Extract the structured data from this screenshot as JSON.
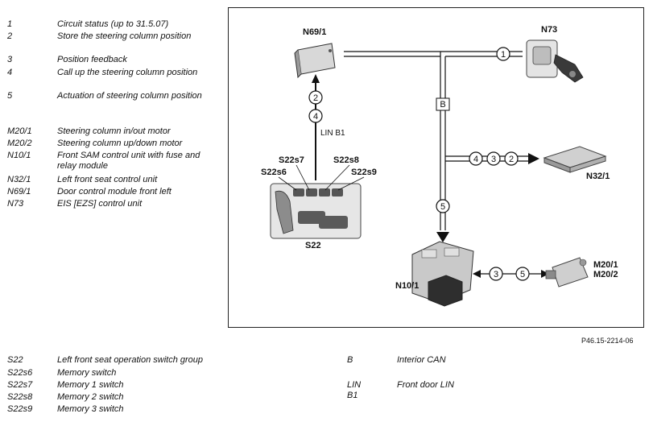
{
  "legend_top": [
    {
      "code": "1",
      "desc": "Circuit status (up to 31.5.07)"
    },
    {
      "code": "2",
      "desc": "Store the steering column position"
    },
    {
      "code": "3",
      "desc": "Position feedback"
    },
    {
      "code": "4",
      "desc": "Call up the steering column position"
    },
    {
      "code": "5",
      "desc": "Actuation of steering column position"
    },
    {
      "code": "M20/1",
      "desc": "Steering column in/out motor"
    },
    {
      "code": "M20/2",
      "desc": "Steering column up/down motor"
    },
    {
      "code": "N10/1",
      "desc": "Front SAM control unit with fuse and relay module"
    },
    {
      "code": "N32/1",
      "desc": "Left front seat control unit"
    },
    {
      "code": "N69/1",
      "desc": "Door control module front left"
    },
    {
      "code": "N73",
      "desc": "EIS [EZS] control unit"
    }
  ],
  "legend_bottom_left": [
    {
      "code": "S22",
      "desc": "Left front seat operation switch group"
    },
    {
      "code": "S22s6",
      "desc": "Memory switch"
    },
    {
      "code": "S22s7",
      "desc": "Memory 1 switch"
    },
    {
      "code": "S22s8",
      "desc": "Memory 2 switch"
    },
    {
      "code": "S22s9",
      "desc": "Memory 3 switch"
    }
  ],
  "legend_bottom_right": [
    {
      "code": "B",
      "desc": "Interior CAN"
    },
    {
      "code": "LIN B1",
      "desc": "Front door LIN"
    }
  ],
  "diagram": {
    "components": {
      "n69": "N69/1",
      "n73": "N73",
      "n32": "N32/1",
      "n10": "N10/1",
      "m20_1": "M20/1",
      "m20_2": "M20/2",
      "s22": "S22",
      "s22s6": "S22s6",
      "s22s7": "S22s7",
      "s22s8": "S22s8",
      "s22s9": "S22s9"
    },
    "bus": {
      "can": "B",
      "lin": "LIN B1"
    },
    "signals": {
      "n73_line": [
        "1"
      ],
      "lin_line": [
        "2",
        "4"
      ],
      "n32_line": [
        "4",
        "3",
        "2"
      ],
      "sam_line": [
        "5"
      ],
      "motor_line": [
        "3",
        "5"
      ]
    }
  },
  "figure_ref": "P46.15-2214-06"
}
